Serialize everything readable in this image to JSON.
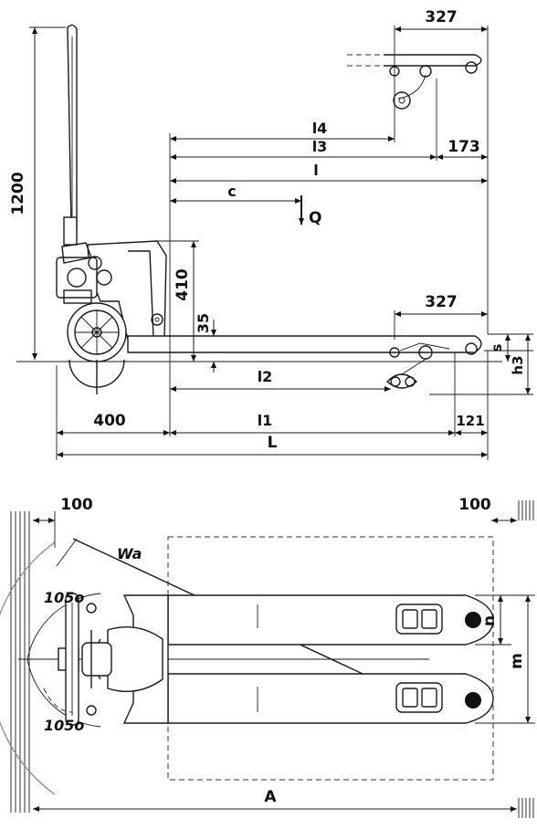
{
  "side_view": {
    "dimensions": {
      "height_total": "1200",
      "fork_top_len": "327",
      "l4": "l4",
      "l3": "l3",
      "d173": "173",
      "l": "l",
      "c": "c",
      "q": "Q",
      "h410": "410",
      "h35": "35",
      "fork_bottom_len": "327",
      "s": "s",
      "h3": "h3",
      "l2": "l2",
      "l1": "l1",
      "d400": "400",
      "d121": "121",
      "L": "L"
    }
  },
  "top_view": {
    "dimensions": {
      "clear_left": "100",
      "clear_right": "100",
      "wa": "Wa",
      "angle_top": "105o",
      "angle_bottom": "105o",
      "n": "n",
      "m": "m",
      "A": "A"
    }
  }
}
